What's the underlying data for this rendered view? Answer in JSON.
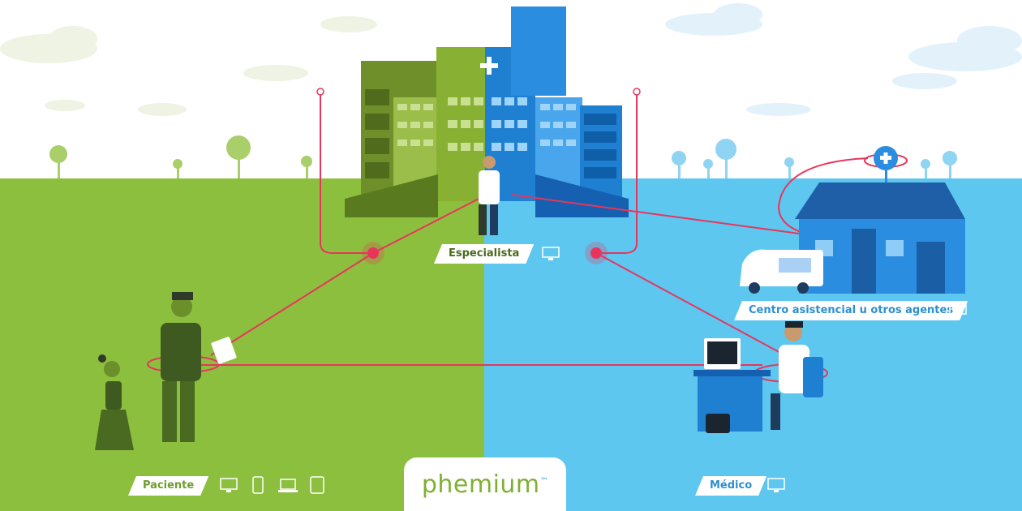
{
  "labels": {
    "especialista": "Especialista",
    "centro": "Centro asistencial u otros agentes",
    "paciente": "Paciente",
    "medico": "Médico"
  },
  "brand": {
    "name": "phemium",
    "trademark": "™"
  },
  "colors": {
    "green_ground": "#8dbf3f",
    "green_dark": "#6b8f2a",
    "blue_ground": "#5ec7ef",
    "blue_dark": "#1f7fd0",
    "connection": "#e8355c",
    "sky": "#ffffff"
  },
  "icons": {
    "especialista_devices": [
      "monitor-icon"
    ],
    "centro_devices": [
      "monitor-icon"
    ],
    "paciente_devices": [
      "monitor-icon",
      "phone-icon",
      "laptop-icon",
      "tablet-icon"
    ],
    "medico_devices": [
      "monitor-icon"
    ]
  }
}
